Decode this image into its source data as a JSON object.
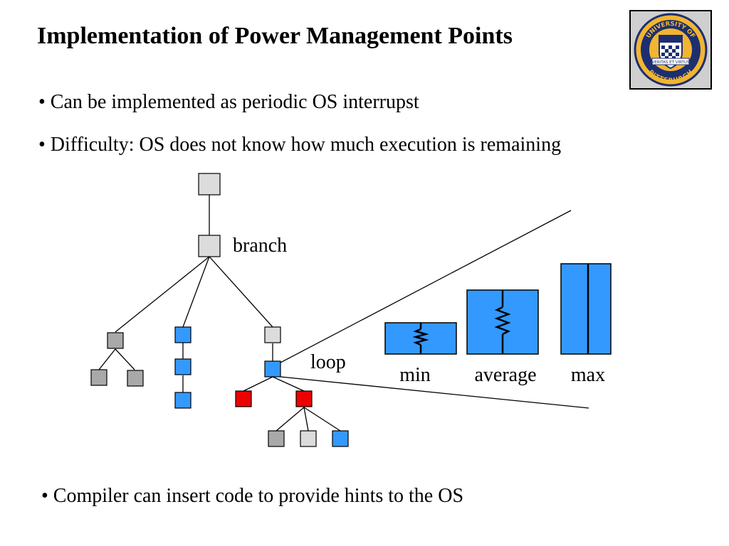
{
  "slide": {
    "title": "Implementation of Power Management Points",
    "bullets": [
      "• Can be implemented as periodic OS interrupst",
      "• Difficulty: OS does not know how much execution is remaining",
      "• Compiler can insert code to provide hints to the OS"
    ]
  },
  "logo": {
    "top_text": "UNIVERSITY OF",
    "bottom_text": "PITTSBURGH",
    "ribbon_text": "VERITAS ET VIRTUS"
  },
  "diagram": {
    "branch_label": "branch",
    "loop_label": "loop",
    "bar_labels": [
      "min",
      "average",
      "max"
    ]
  },
  "colors": {
    "node_light": "#dcdcdc",
    "node_gray": "#a9a9a9",
    "node_blue": "#3399ff",
    "node_red": "#ee0000",
    "seal_gold": "#f2b531",
    "seal_navy": "#1d2f6f"
  }
}
